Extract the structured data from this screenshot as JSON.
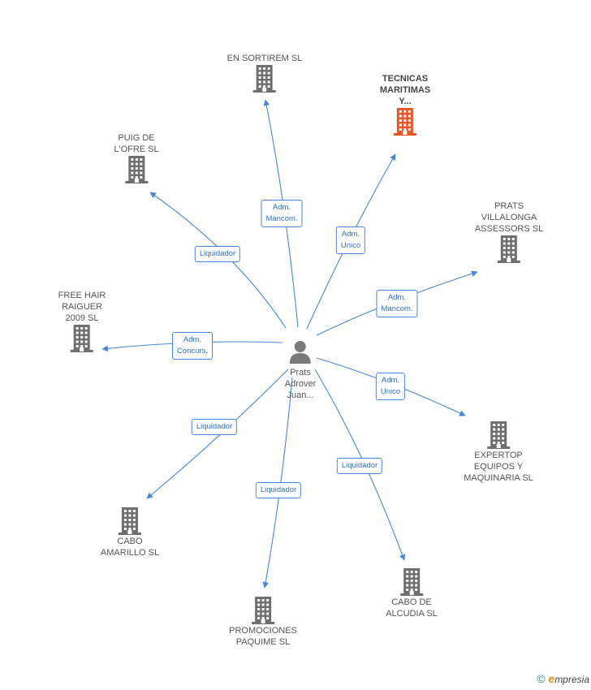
{
  "center": {
    "name": "Prats\nAdrover\nJuan..."
  },
  "companies": [
    {
      "id": "sortirem",
      "name": "EN SORTIREM SL"
    },
    {
      "id": "tecnicas",
      "name": "TECNICAS\nMARITIMAS\nY...",
      "highlight": true
    },
    {
      "id": "puig",
      "name": "PUIG DE\nL'OFRE SL"
    },
    {
      "id": "villalonga",
      "name": "PRATS\nVILLALONGA\nASSESSORS SL"
    },
    {
      "id": "freehair",
      "name": "FREE HAIR\nRAIGUER\n2009 SL"
    },
    {
      "id": "expertop",
      "name": "EXPERTOP\nEQUIPOS Y\nMAQUINARIA  SL"
    },
    {
      "id": "amarillo",
      "name": "CABO\nAMARILLO  SL"
    },
    {
      "id": "alcudia",
      "name": "CABO DE\nALCUDIA SL"
    },
    {
      "id": "paquime",
      "name": "PROMOCIONES\nPAQUIME SL"
    }
  ],
  "relations": [
    {
      "target": "sortirem",
      "role": "Adm.\nMancom."
    },
    {
      "target": "tecnicas",
      "role": "Adm.\nUnico"
    },
    {
      "target": "puig",
      "role": "Liquidador"
    },
    {
      "target": "villalonga",
      "role": "Adm.\nMancom."
    },
    {
      "target": "freehair",
      "role": "Adm.\nConcurs."
    },
    {
      "target": "expertop",
      "role": "Adm.\nUnico"
    },
    {
      "target": "amarillo",
      "role": "Liquidador"
    },
    {
      "target": "alcudia",
      "role": "Liquidador"
    },
    {
      "target": "paquime",
      "role": "Liquidador"
    }
  ],
  "colors": {
    "edge": "#4a86d8",
    "building": "#6f6f6f",
    "building_highlight": "#e8572a",
    "person": "#7a7a7a"
  },
  "footer": {
    "copyright": "©",
    "brand_initial": "e",
    "brand_rest": "mpresia"
  }
}
